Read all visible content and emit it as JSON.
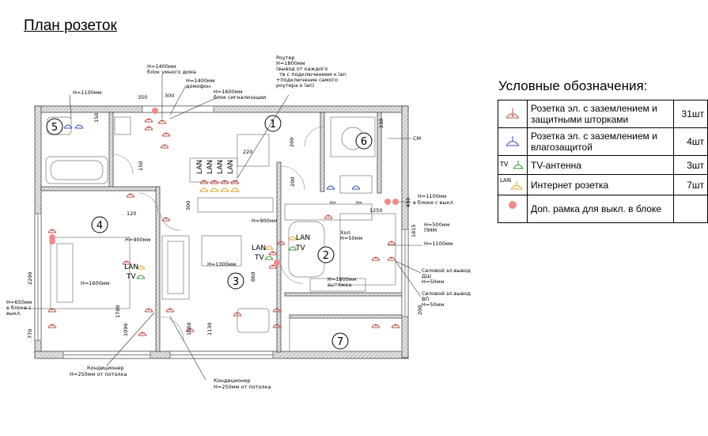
{
  "title": "План розеток",
  "legend": {
    "title": "Условные обозначения:",
    "rows": [
      {
        "icon": "socket-grounded-icon",
        "label": "Розетка эл. с заземлением и защитными шторками",
        "count": "31шт"
      },
      {
        "icon": "socket-waterproof-icon",
        "label": "Розетка эл. с заземлением и влагозащитой",
        "count": "4шт"
      },
      {
        "icon": "tv-socket-icon",
        "prefix": "TV",
        "label": "TV-антенна",
        "count": "3шт"
      },
      {
        "icon": "lan-socket-icon",
        "prefix": "LAN",
        "label": "Интернет розетка",
        "count": "7шт"
      },
      {
        "icon": "extra-frame-icon",
        "label": "Доп. рамка для выкл. в блоке",
        "count": ""
      }
    ]
  },
  "colors": {
    "grounded": "#c0504d",
    "waterproof": "#3a52c4",
    "tv": "#2e9a3a",
    "lan": "#e3a21a",
    "frame": "#f08a8a",
    "wall": "#b9b9b9"
  },
  "rooms": [
    "1",
    "2",
    "3",
    "4",
    "5",
    "6",
    "7"
  ],
  "plan_labels": {
    "router_l1": "Роутер",
    "router_l2": "Н=1800мм",
    "router_l3": "(вывод от каждого",
    "router_l4": "тв с подключением к lan",
    "router_l5": "+подключение самого",
    "router_l6": "роутера к lan)",
    "smart_l1": "Н=1400мм",
    "smart_l2": "блок умного дома",
    "intercom_l1": "Н=1400мм",
    "intercom_l2": "домофон",
    "alarm_l1": "Н=1600мм",
    "alarm_l2": "блок сигнализации",
    "h1100_bath": "Н=1100мм",
    "d350": "350",
    "d300": "300",
    "d150a": "150",
    "d220": "220",
    "d230": "230",
    "d200a": "200",
    "d200b": "200",
    "d150b": "150",
    "d120": "120",
    "d300b": "300",
    "d1250": "1250",
    "d450": "450",
    "d1815": "1815",
    "d860": "860",
    "d2290": "2290",
    "d770": "770",
    "d1780": "1780",
    "d1090": "1090",
    "d1650": "1650",
    "d1130": "1130",
    "d200c": "200",
    "sm": "СМ",
    "h1100_k": "Н=1100мм",
    "block_sw": "в блоке с выкл.",
    "pmm_l1": "Н=500мм",
    "pmm_l2": "ПММ",
    "h1100_k2": "Н=1100мм",
    "ds_l1": "Силовой эл.вывод",
    "ds_l2": "ДШ",
    "ds_l3": "Н=50мм",
    "vp_l1": "Силовой эл.вывод",
    "vp_l2": "ВП",
    "vp_l3": "Н=50мм",
    "hol_l1": "Хол.",
    "hol_l2": "Н=50мм",
    "hood_l1": "Н=1800мм",
    "hood_l2": "вытяжка",
    "h900_living": "Н=900мм",
    "h1300": "Н=1300мм",
    "h900_bed": "Н=900мм",
    "h1600": "Н=1600мм",
    "h650_l1": "Н=650мм",
    "h650_l2": "в блоке с",
    "h650_l3": "выкл.",
    "cond1_l1": "Кондиционер",
    "cond1_l2": "Н=250мм от потолка",
    "cond2_l1": "Кондиционер",
    "cond2_l2": "Н=250мм от потолка",
    "hu1": "Н=",
    "hu2": "Н="
  }
}
